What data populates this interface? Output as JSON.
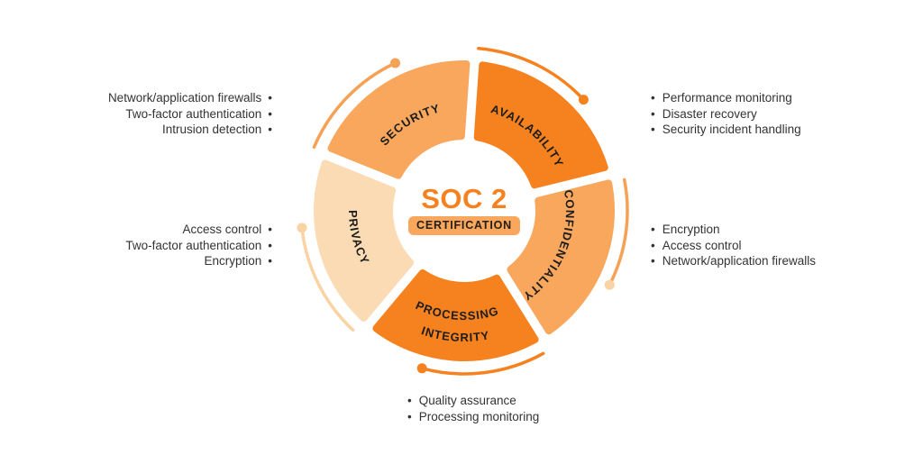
{
  "center": {
    "title": "SOC 2",
    "badge": "CERTIFICATION"
  },
  "colors": {
    "background": "#FFFFFF",
    "dark_orange": "#F6821F",
    "mid_orange": "#F8A75D",
    "pale_orange": "#FBDBB3",
    "arc_mid": "#F5A156",
    "arc_dark": "#F6821F",
    "arc_pale": "#F9D3A4",
    "title_orange": "#F6821F",
    "badge_bg": "#F8A75D",
    "badge_text": "#241E16",
    "segment_label_text": "#1C1C1C",
    "list_text": "#333333"
  },
  "chart_data": {
    "type": "donut-cycle-diagram",
    "title": "SOC 2 Certification",
    "segments": [
      {
        "label": "AVAILABILITY",
        "color": "#F6821F",
        "items": [
          "Performance monitoring",
          "Disaster recovery",
          "Security incident handling"
        ]
      },
      {
        "label": "CONFIDENTIALITY",
        "color": "#F8A75D",
        "items": [
          "Encryption",
          "Access control",
          "Network/application firewalls"
        ]
      },
      {
        "label": "PROCESSING INTEGRITY",
        "label_lines": [
          "PROCESSING",
          "INTEGRITY"
        ],
        "color": "#F6821F",
        "items": [
          "Quality assurance",
          "Processing monitoring"
        ]
      },
      {
        "label": "PRIVACY",
        "color": "#FBDBB3",
        "items": [
          "Access control",
          "Two-factor authentication",
          "Encryption"
        ]
      },
      {
        "label": "SECURITY",
        "color": "#F8A75D",
        "items": [
          "Network/application firewalls",
          "Two-factor authentication",
          "Intrusion detection"
        ]
      }
    ]
  }
}
